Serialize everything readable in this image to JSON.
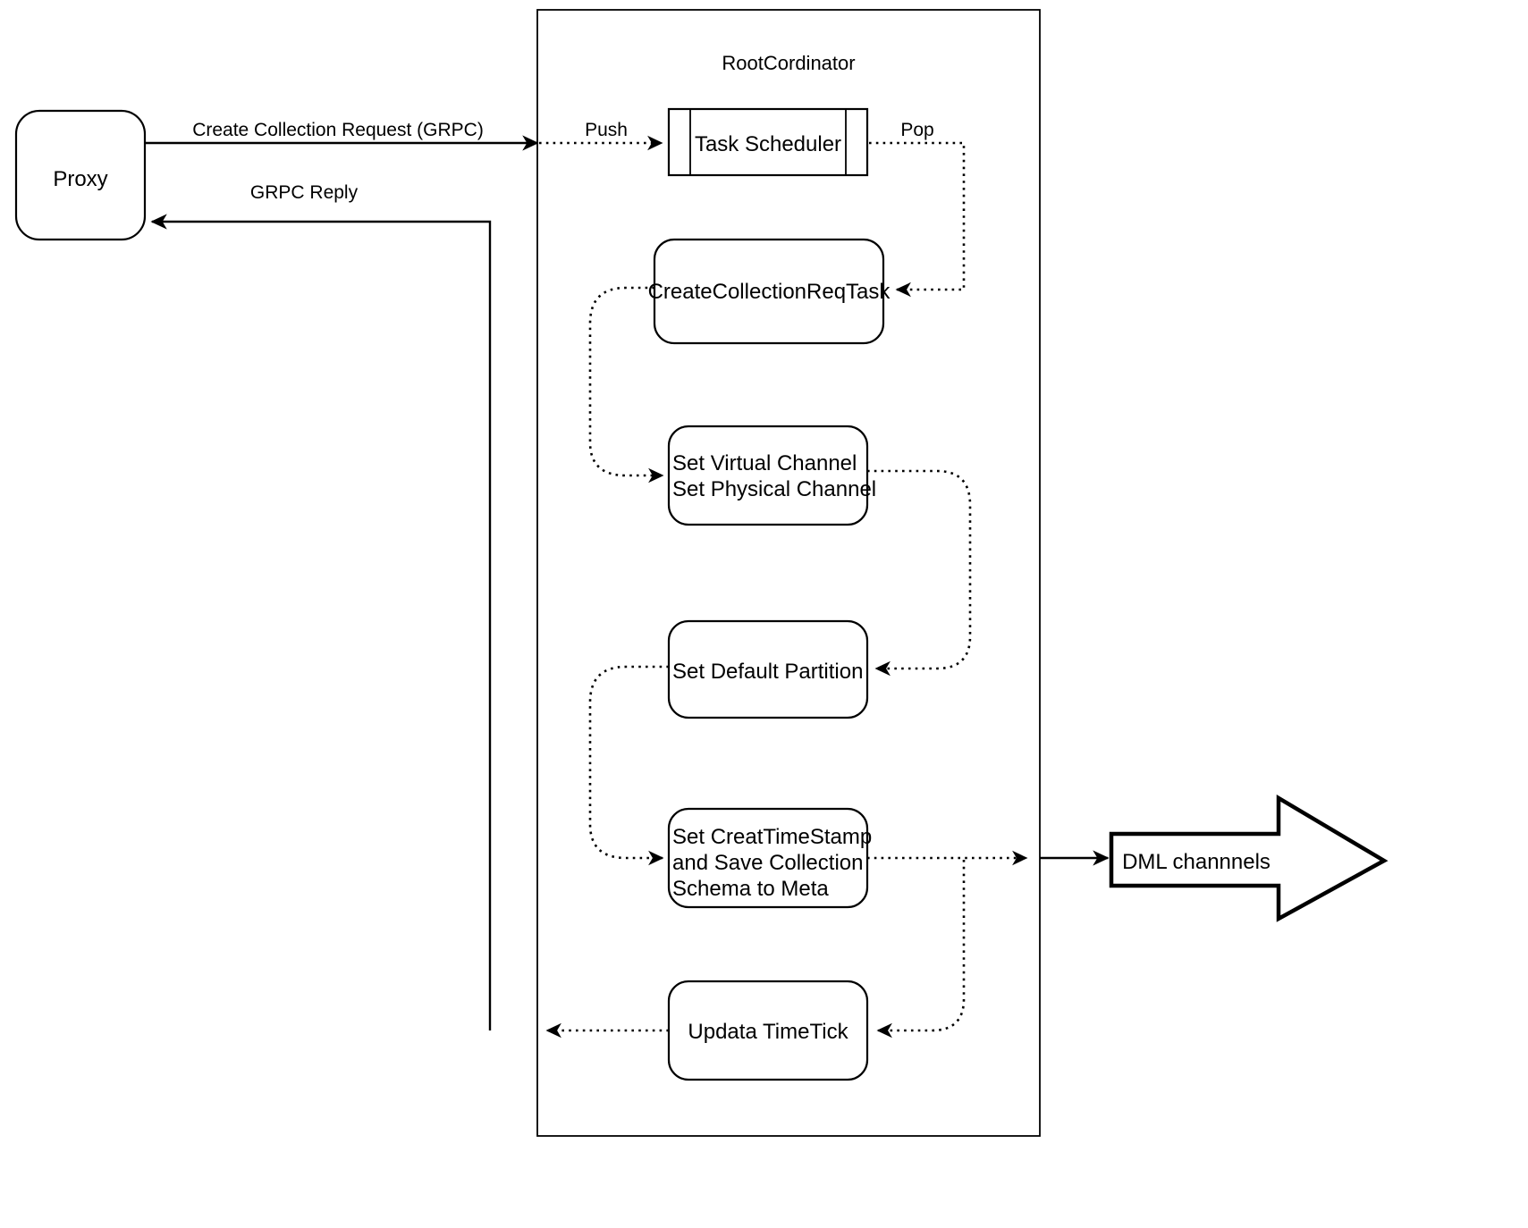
{
  "diagram": {
    "title": "RootCordinator",
    "container_label": "RootCordinator",
    "nodes": {
      "proxy": "Proxy",
      "task_scheduler": "Task Scheduler",
      "create_collection_req_task": "CreateCollectionReqTask",
      "set_channel_line1": "Set Virtual Channel",
      "set_channel_line2": "Set Physical Channel",
      "set_default_partition": "Set Default Partition",
      "set_timestamp_line1": "Set CreatTimeStamp",
      "set_timestamp_line2": "and Save Collection",
      "set_timestamp_line3": "Schema to Meta",
      "update_timetick": "Updata TimeTick",
      "dml_channels": "DML channnels"
    },
    "edge_labels": {
      "create_collection_request": "Create Collection Request (GRPC)",
      "grpc_reply": "GRPC Reply",
      "push": "Push",
      "pop": "Pop"
    },
    "colors": {
      "stroke": "#000000",
      "fill": "#ffffff",
      "background": "#ffffff"
    }
  }
}
